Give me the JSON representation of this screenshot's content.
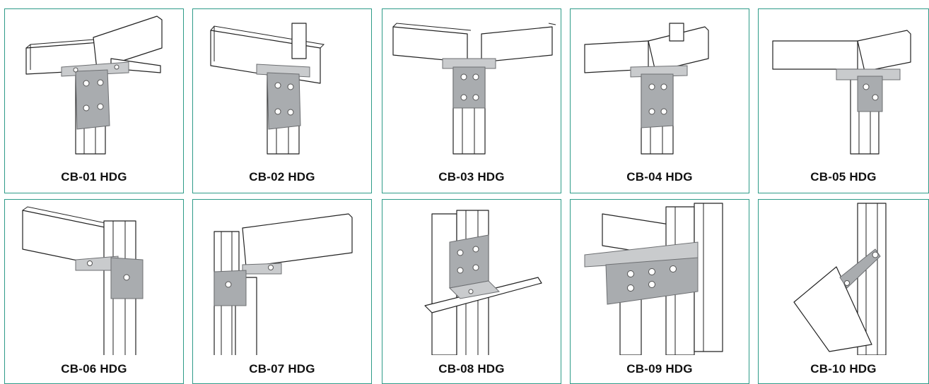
{
  "products": [
    {
      "code": "CB-01 HDG",
      "illustration": "cb-01-bracket"
    },
    {
      "code": "CB-02 HDG",
      "illustration": "cb-02-bracket"
    },
    {
      "code": "CB-03 HDG",
      "illustration": "cb-03-bracket"
    },
    {
      "code": "CB-04 HDG",
      "illustration": "cb-04-bracket"
    },
    {
      "code": "CB-05 HDG",
      "illustration": "cb-05-bracket"
    },
    {
      "code": "CB-06 HDG",
      "illustration": "cb-06-bracket"
    },
    {
      "code": "CB-07 HDG",
      "illustration": "cb-07-bracket"
    },
    {
      "code": "CB-08 HDG",
      "illustration": "cb-08-bracket"
    },
    {
      "code": "CB-09 HDG",
      "illustration": "cb-09-bracket"
    },
    {
      "code": "CB-10 HDG",
      "illustration": "cb-10-bracket"
    }
  ],
  "colors": {
    "border": "#2e9b88",
    "plate": "#c9cbcd",
    "text": "#111111"
  }
}
